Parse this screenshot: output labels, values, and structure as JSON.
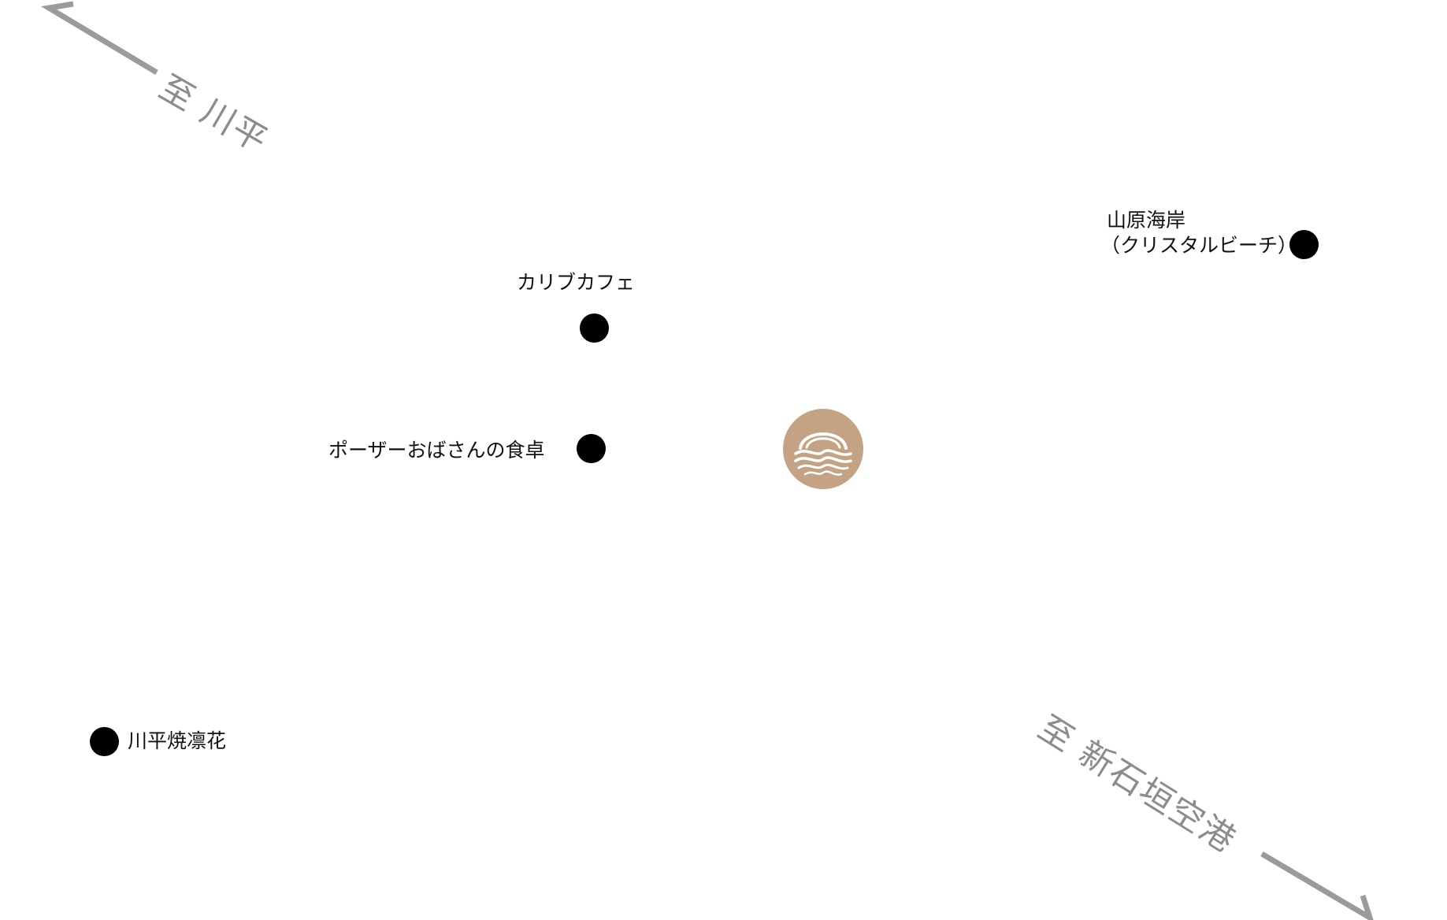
{
  "map": {
    "colors": {
      "poi_dot": "#000000",
      "label_text": "#111111",
      "direction_text": "#8c8c8c",
      "direction_arrow": "#9b9b9b",
      "hotel_logo": "#c4a384"
    },
    "directions": [
      {
        "id": "to-kabira",
        "label": "至 川平",
        "icon": "arrow-up-left-icon"
      },
      {
        "id": "to-airport",
        "label": "至 新石垣空港",
        "icon": "arrow-down-right-icon"
      }
    ],
    "pois": [
      {
        "id": "yamabara-beach",
        "label_line1": "山原海岸",
        "label_line2": "（クリスタルビーチ）"
      },
      {
        "id": "caribe-cafe",
        "label": "カリブカフェ"
      },
      {
        "id": "posa-obasan",
        "label": "ポーザーおばさんの食卓"
      },
      {
        "id": "kabirayaki-rinka",
        "label": "川平焼凛花"
      }
    ],
    "hotel": {
      "icon": "hotel-wave-logo-icon"
    }
  }
}
